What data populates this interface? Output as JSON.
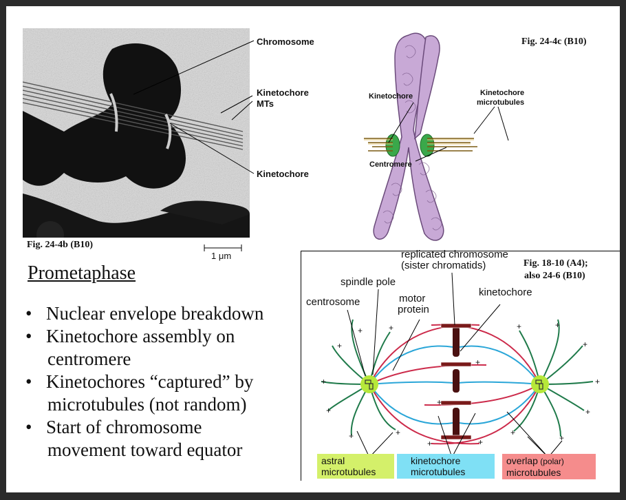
{
  "micrograph": {
    "labels": [
      "Chromosome",
      "Kinetochore",
      "MTs",
      "Kinetochore"
    ],
    "figure_caption": "Fig. 24-4b (B10)",
    "scale_bar": "1 μm"
  },
  "chromosome_figure": {
    "caption": "Fig. 24-4c (B10)",
    "labels": {
      "kinetochore": "Kinetochore",
      "km_line1": "Kinetochore",
      "km_line2": "microtubules",
      "centromere": "Centromere"
    }
  },
  "slide": {
    "title": "Prometaphase",
    "bullets": [
      {
        "line1": "Nuclear envelope breakdown",
        "line2": ""
      },
      {
        "line1": "Kinetochore assembly on",
        "line2": "centromere"
      },
      {
        "line1": "Kinetochores “captured” by",
        "line2": "microtubules (not random)"
      },
      {
        "line1": "Start of chromosome",
        "line2": "movement toward equator"
      }
    ],
    "bullet_symbol": "•"
  },
  "spindle_figure": {
    "caption_line1": "Fig. 18-10 (A4);",
    "caption_line2": "also 24-6 (B10)",
    "labels": {
      "rep1": "replicated chromosome",
      "rep2": "(sister chromatids)",
      "spindle_pole": "spindle pole",
      "centrosome": "centrosome",
      "motor1": "motor",
      "motor2": "protein",
      "kinetochore": "kinetochore"
    },
    "legend": [
      {
        "line1": "astral",
        "line2": "microtubules",
        "color": "#d4f06a"
      },
      {
        "line1": "kinetochore",
        "line2": "microtubules",
        "color": "#7fe0f5"
      },
      {
        "line1": "overlap",
        "line1b": " (polar)",
        "line2": "microtubules",
        "color": "#f58c8c"
      }
    ],
    "colors": {
      "astral": "#1f7a4a",
      "kinetochore_mt": "#2aa6d8",
      "polar_mt": "#cc2a4a",
      "centrosome": "#b6e83a",
      "chromosome": "#4a1010"
    }
  }
}
